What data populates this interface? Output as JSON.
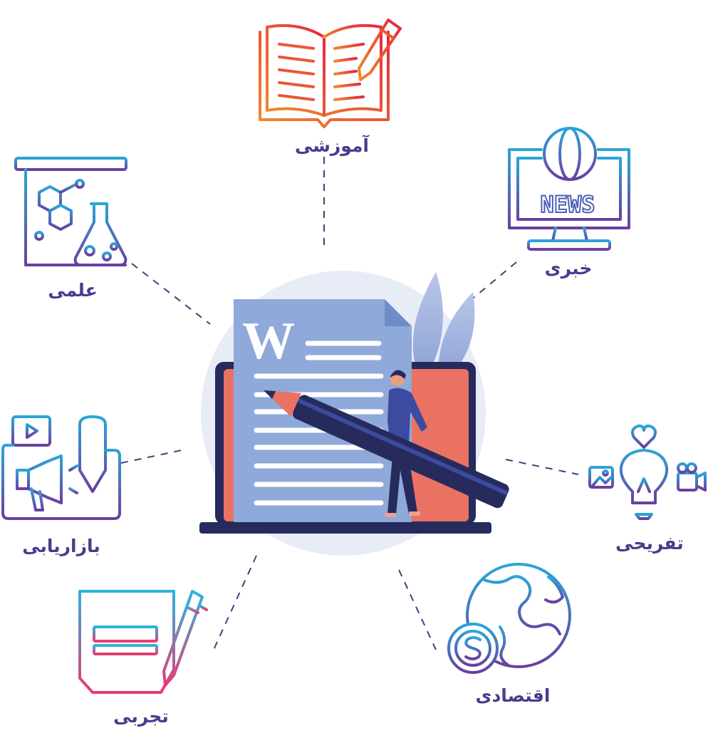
{
  "categories": {
    "education": {
      "label": "آموزشی",
      "icon": "open-book-pencil-icon"
    },
    "news": {
      "label": "خبری",
      "icon": "news-monitor-icon",
      "screen_text": "NEWS"
    },
    "scientific": {
      "label": "علمی",
      "icon": "science-board-icon"
    },
    "entertainment": {
      "label": "تفریحی",
      "icon": "lightbulb-media-icon"
    },
    "marketing": {
      "label": "بازاریابی",
      "icon": "megaphone-video-icon"
    },
    "experimental": {
      "label": "تجربی",
      "icon": "document-pen-icon"
    },
    "economic": {
      "label": "اقتصادی",
      "icon": "globe-dollar-icon"
    }
  },
  "center": {
    "icon": "laptop-wordpress-writer-icon",
    "logo_letter": "W"
  },
  "colors": {
    "label": "#4a3c8c",
    "gradient_warm_start": "#f08a2c",
    "gradient_warm_end": "#e5263e",
    "gradient_cool_start": "#2aa6d8",
    "gradient_cool_end": "#6a3fa0",
    "gradient_pink_start": "#2bb4e0",
    "gradient_pink_end": "#e93a73",
    "doc_blue": "#8ea9da",
    "screen_salmon": "#ea7262",
    "laptop_navy": "#262b5c",
    "halo": "#e8ecf7"
  }
}
